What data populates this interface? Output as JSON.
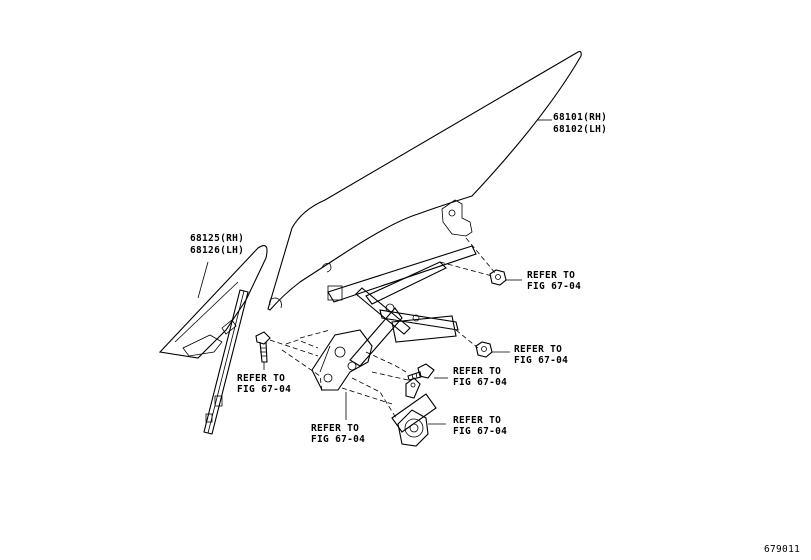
{
  "labels": {
    "glass_front": [
      "68101(RH)",
      "68102(LH)"
    ],
    "quarter_glass": [
      "68125(RH)",
      "68126(LH)"
    ],
    "refer_1": [
      "REFER TO",
      "FIG 67-04"
    ],
    "refer_2": [
      "REFER TO",
      "FIG 67-04"
    ],
    "refer_3": [
      "REFER TO",
      "FIG 67-04"
    ],
    "refer_4": [
      "REFER TO",
      "FIG 67-04"
    ],
    "refer_5": [
      "REFER TO",
      "FIG 67-04"
    ],
    "refer_6": [
      "REFER TO",
      "FIG 67-04"
    ]
  },
  "figure_number": "679011"
}
